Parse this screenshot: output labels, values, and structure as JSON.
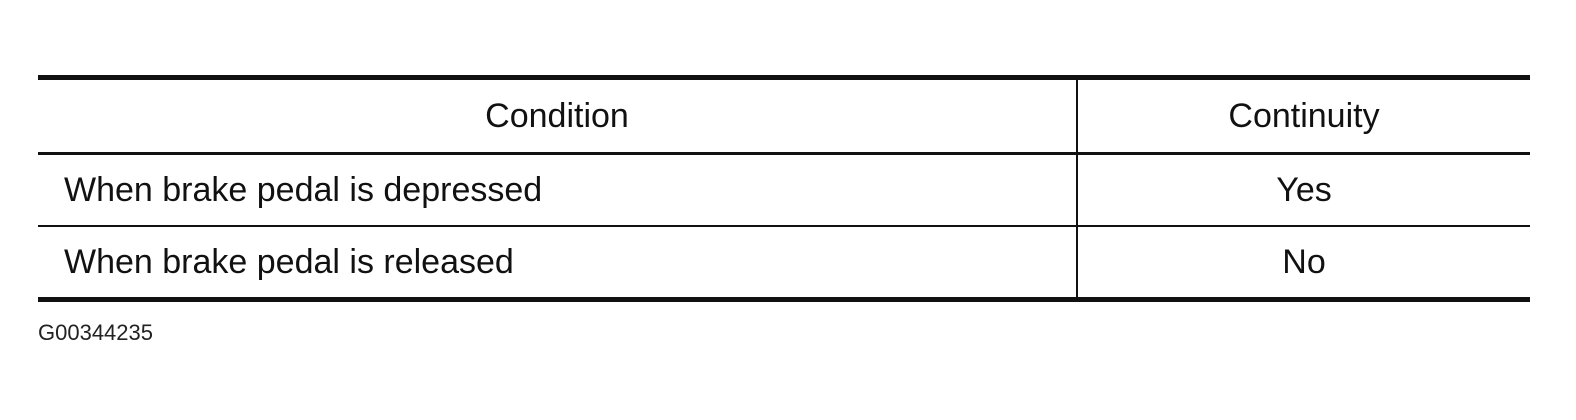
{
  "table": {
    "headers": {
      "condition": "Condition",
      "continuity": "Continuity"
    },
    "rows": [
      {
        "condition": "When brake pedal is depressed",
        "continuity": "Yes"
      },
      {
        "condition": "When brake pedal is released",
        "continuity": "No"
      }
    ]
  },
  "figure_code": "G00344235"
}
